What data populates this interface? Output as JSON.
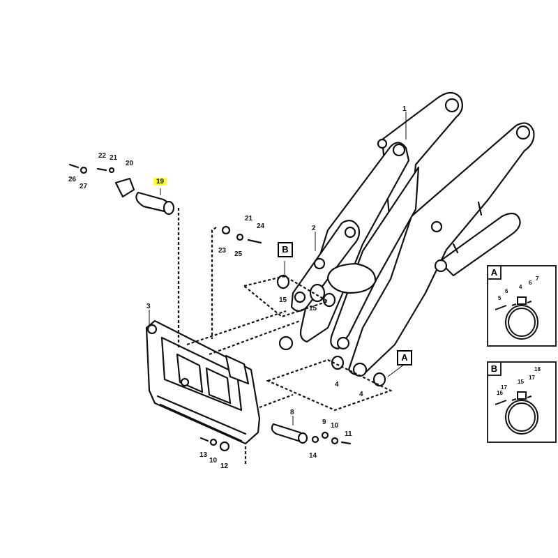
{
  "diagram": {
    "highlight_color": "#ffff33",
    "part_labels": {
      "p1": "1",
      "p2": "2",
      "p3": "3",
      "p4a": "4",
      "p4b": "4",
      "p8": "8",
      "p9": "9",
      "p10a": "10",
      "p10b": "10",
      "p11": "11",
      "p12": "12",
      "p13": "13",
      "p14": "14",
      "p15a": "15",
      "p15b": "15",
      "p19": "19",
      "p20": "20",
      "p21a": "21",
      "p21b": "21",
      "p22": "22",
      "p23": "23",
      "p24": "24",
      "p25": "25",
      "p26": "26",
      "p27": "27"
    },
    "callouts": {
      "a": "A",
      "b": "B"
    },
    "detail_a": {
      "tag": "A",
      "labels": {
        "l4": "4",
        "l5": "5",
        "l6a": "6",
        "l6b": "6",
        "l7": "7"
      }
    },
    "detail_b": {
      "tag": "B",
      "labels": {
        "l15": "15",
        "l16": "16",
        "l17a": "17",
        "l17b": "17",
        "l18": "18"
      }
    }
  }
}
